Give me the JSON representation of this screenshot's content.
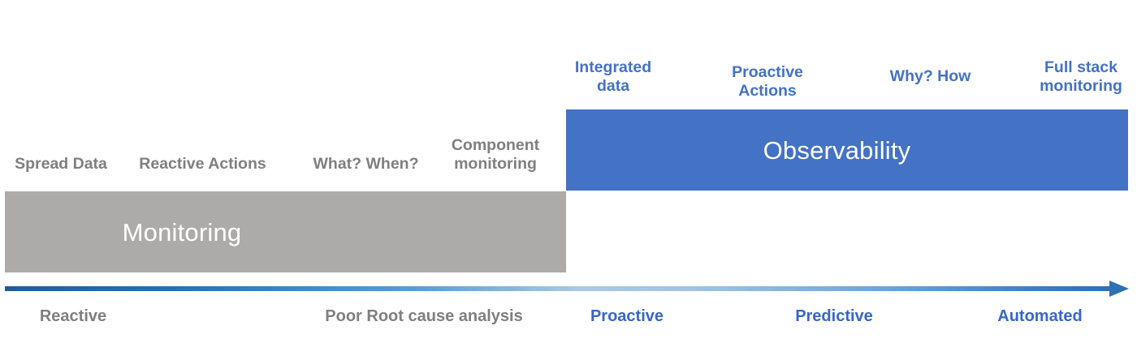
{
  "diagram": {
    "title": "Monitoring vs Observability maturity timeline",
    "colors": {
      "gray_bar": "#adaaaa",
      "blue_bar": "#4472c4",
      "gray_text": "#7f7f7f",
      "blue_text": "#4472c4",
      "stage_blue_text": "#3767c9",
      "arrow_start": "#1f5c99",
      "arrow_mid": "#a8cbe8",
      "arrow_end": "#2f6fb5",
      "bar_label_text": "#ffffff"
    }
  },
  "bars": {
    "monitoring": {
      "label": "Monitoring",
      "captions": [
        "Spread Data",
        "Reactive Actions",
        "What? When?",
        "Component\nmonitoring"
      ]
    },
    "observability": {
      "label": "Observability",
      "captions": [
        "Integrated\ndata",
        "Proactive\nActions",
        "Why? How",
        "Full stack\nmonitoring"
      ]
    }
  },
  "timeline": {
    "arrow_icon": "right-arrow-icon",
    "stages": [
      {
        "label": "Reactive",
        "tone": "gray"
      },
      {
        "label": "Poor Root cause analysis",
        "tone": "gray"
      },
      {
        "label": "Proactive",
        "tone": "blue"
      },
      {
        "label": "Predictive",
        "tone": "blue"
      },
      {
        "label": "Automated",
        "tone": "blue"
      }
    ]
  }
}
